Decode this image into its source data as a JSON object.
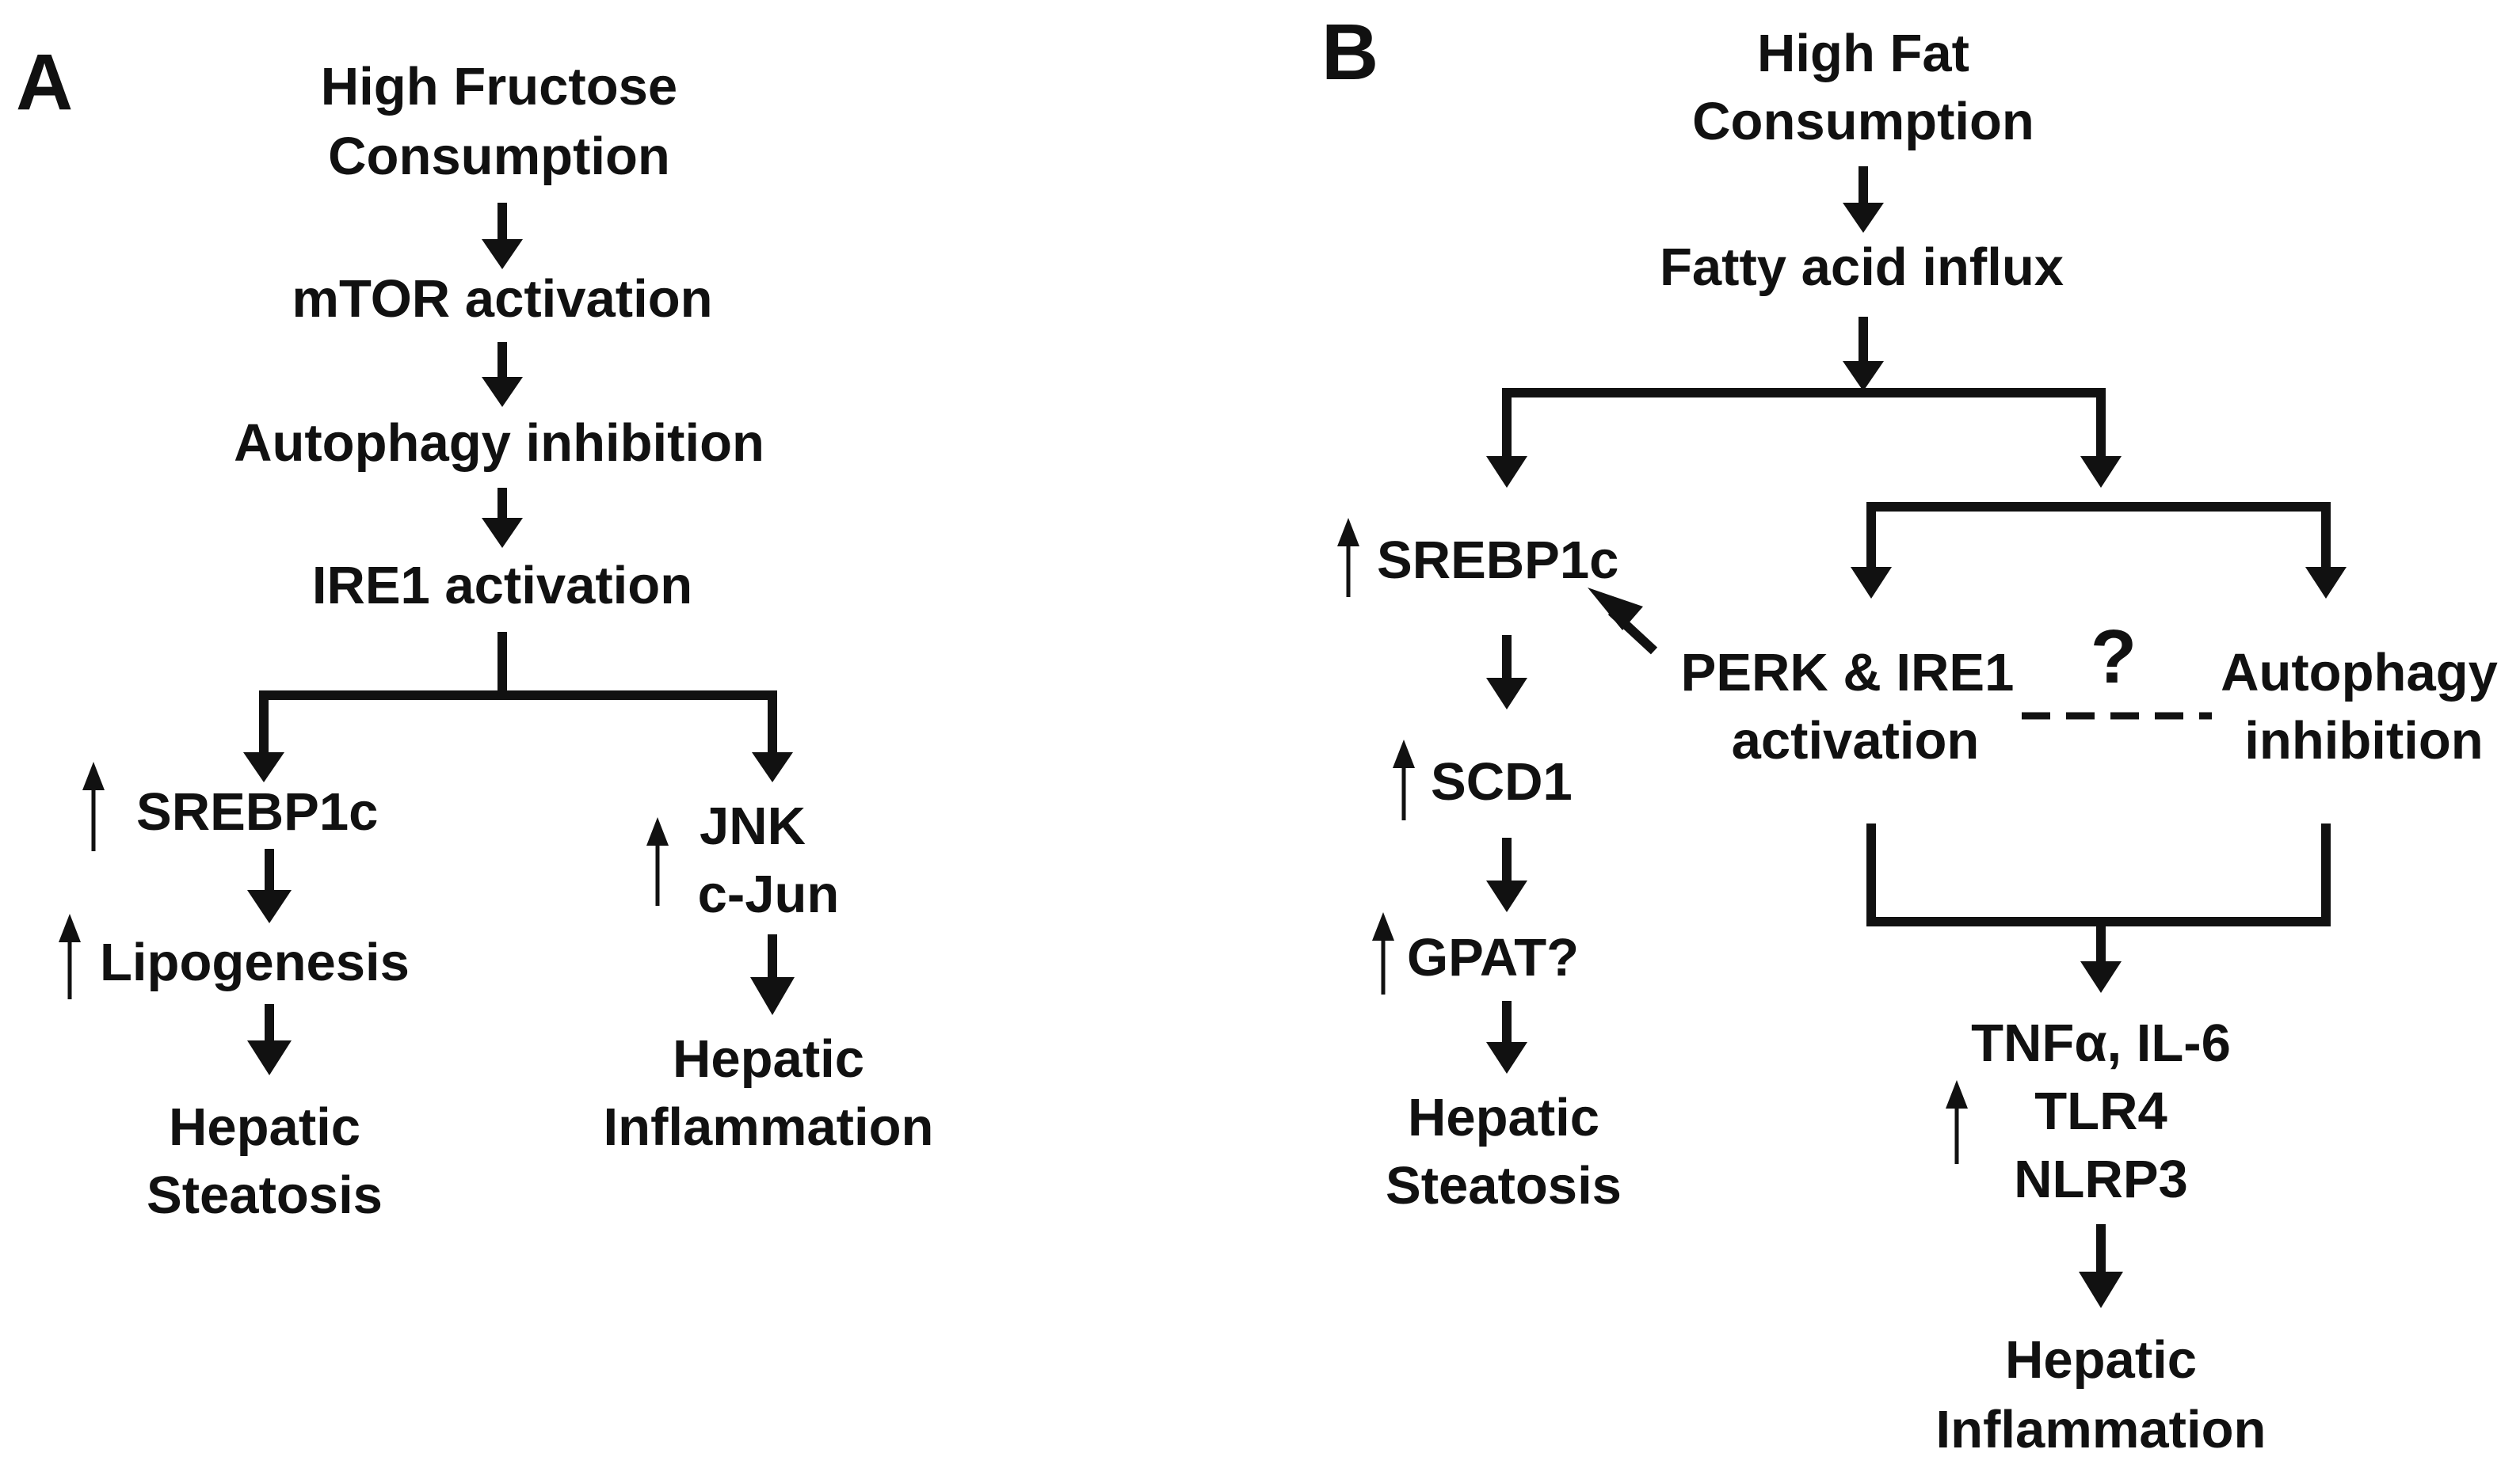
{
  "panel_a": {
    "letter": "A",
    "high_fructose_l1": "High Fructose",
    "high_fructose_l2": "Consumption",
    "mtor": "mTOR activation",
    "autophagy": "Autophagy inhibition",
    "ire1": "IRE1 activation",
    "srebp1c": "SREBP1c",
    "lipogenesis": "Lipogenesis",
    "steatosis_l1": "Hepatic",
    "steatosis_l2": "Steatosis",
    "jnk": "JNK",
    "cjun": "c-Jun",
    "inflammation_l1": "Hepatic",
    "inflammation_l2": "Inflammation"
  },
  "panel_b": {
    "letter": "B",
    "high_fat_l1": "High Fat",
    "high_fat_l2": "Consumption",
    "fatty_acid": "Fatty acid influx",
    "srebp1c": "SREBP1c",
    "scd1": "SCD1",
    "gpat": "GPAT?",
    "steatosis_l1": "Hepatic",
    "steatosis_l2": "Steatosis",
    "perk_l1": "PERK & IRE1",
    "perk_l2": "activation",
    "question": "?",
    "autophagy_l1": "Autophagy",
    "autophagy_l2": "inhibition",
    "cytokines_l1": "TNFα, IL-6",
    "cytokines_l2": "TLR4",
    "cytokines_l3": "NLRP3",
    "inflammation_l1": "Hepatic",
    "inflammation_l2": "Inflammation"
  }
}
